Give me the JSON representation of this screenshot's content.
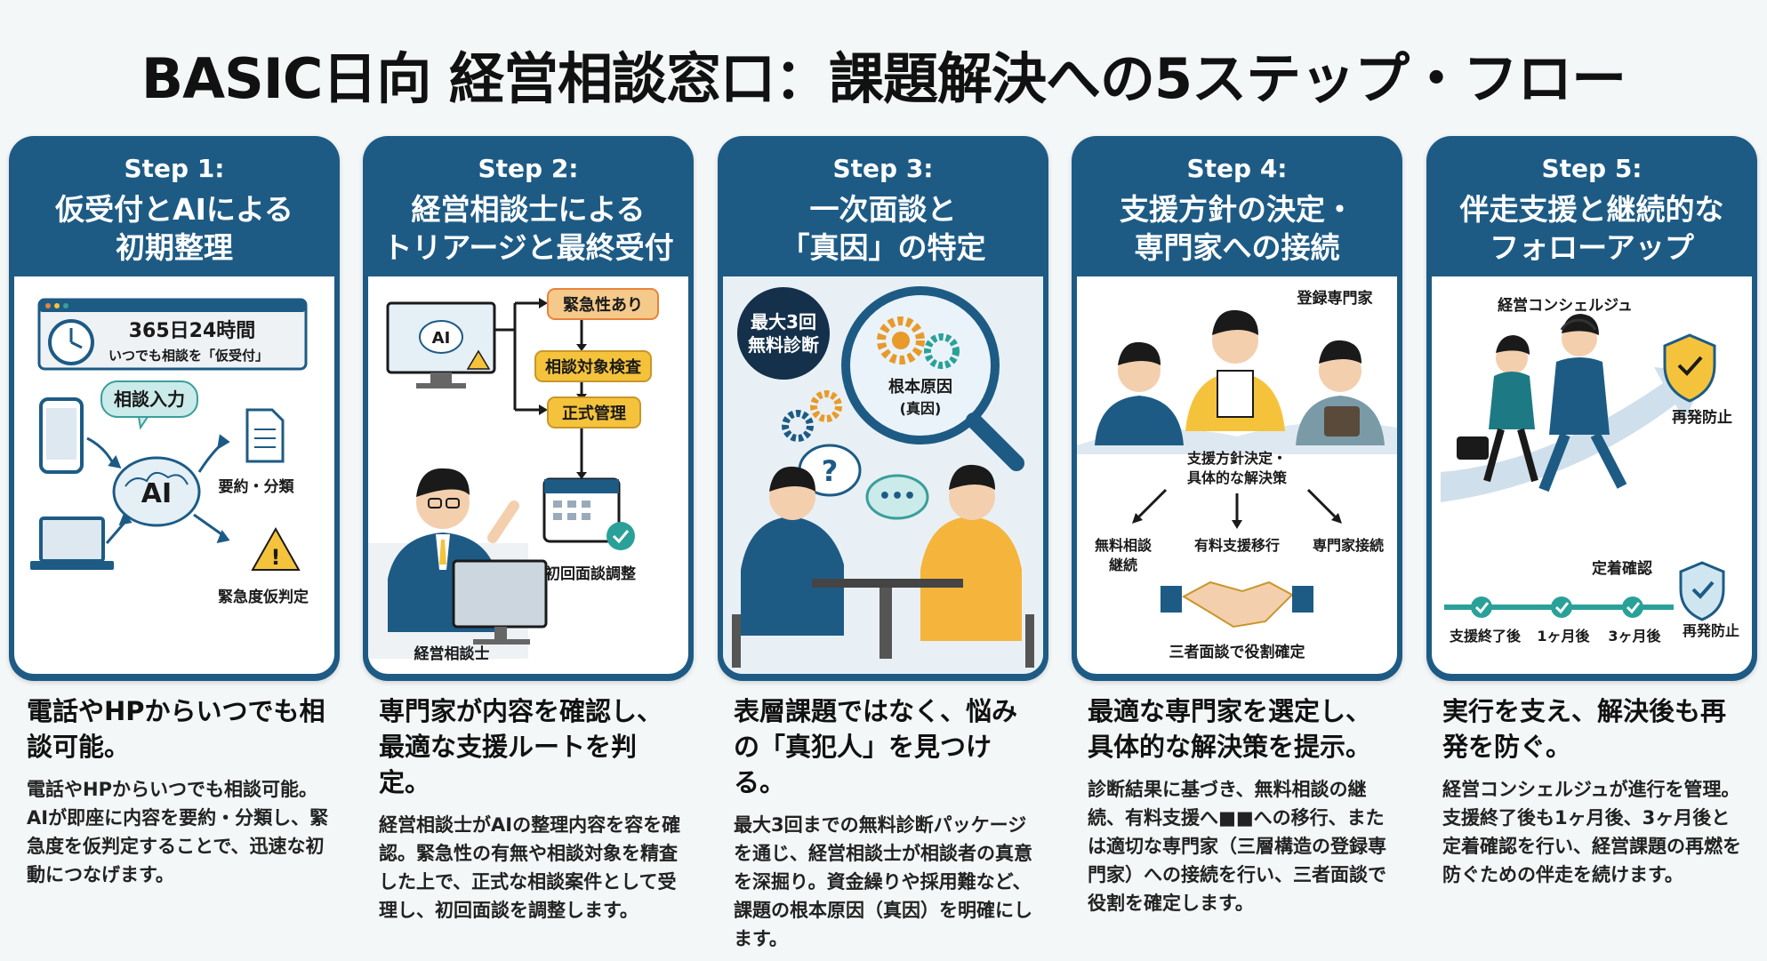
{
  "title": "BASIC日向 経営相談窓口：課題解決への5ステップ・フロー",
  "steps": [
    {
      "num": "Step 1:",
      "title": [
        "仮受付とAIによる",
        "初期整理"
      ],
      "labels": {
        "clock_main": "365日24時間",
        "clock_sub": "いつでも相談を「仮受付」",
        "bubble": "相談入力",
        "ai": "AI",
        "summary": "要約・分類",
        "urgency": "緊急度仮判定"
      },
      "lead": "電話やHPからいつでも相談可能。",
      "body": "電話やHPからいつでも相談可能。AIが即座に内容を要約・分類し、緊急度を仮判定することで、迅速な初動につなげます。"
    },
    {
      "num": "Step 2:",
      "title": [
        "経営相談士による",
        "トリアージと最終受付"
      ],
      "labels": {
        "ai": "AI",
        "flow1": "緊急性あり",
        "flow2": "相談対象検査",
        "flow3": "正式管理",
        "calendar": "初回面談調整",
        "person": "経営相談士"
      },
      "lead": "専門家が内容を確認し、最適な支援ルートを判定。",
      "body": "経営相談士がAIの整理内容を容を確認。緊急性の有無や相談対象を精査した上で、正式な相談案件として受理し、初回面談を調整します。"
    },
    {
      "num": "Step 3:",
      "title": [
        "一次面談と",
        "「真因」の特定"
      ],
      "labels": {
        "badge": [
          "最大3回",
          "無料診断"
        ],
        "lens": [
          "根本原因",
          "(真因)"
        ]
      },
      "lead": "表層課題ではなく、悩みの「真犯人」を見つける。",
      "body": "最大3回までの無料診断パッケージを通じ、経営相談士が相談者の真意を深掘り。資金繰りや採用難など、課題の根本原因（真因）を明確にします。"
    },
    {
      "num": "Step 4:",
      "title": [
        "支援方針の決定・",
        "専門家への接続"
      ],
      "labels": {
        "experts": "登録専門家",
        "policy": [
          "支援方針決定・",
          "具体的な解決策"
        ],
        "opt1": [
          "無料相談",
          "継続"
        ],
        "opt2": "有料支援移行",
        "opt3": "専門家接続",
        "meeting": "三者面談で役割確定"
      },
      "lead": "最適な専門家を選定し、具体的な解決策を提示。",
      "body": "診断結果に基づき、無料相談の継続、有料支援へ■■への移行、または適切な専門家（三層構造の登録専門家）への接続を行い、三者面談で役割を確定します。"
    },
    {
      "num": "Step 5:",
      "title": [
        "伴走支援と継続的な",
        "フォローアップ"
      ],
      "labels": {
        "concierge": "経営コンシェルジュ",
        "prevent1": "再発防止",
        "check": "定着確認",
        "t1": "支援終了後",
        "t2": "1ヶ月後",
        "t3": "3ヶ月後",
        "prevent2": "再発防止"
      },
      "lead": "実行を支え、解決後も再発を防ぐ。",
      "body": "経営コンシェルジュが進行を管理。支援終了後も1ヶ月後、3ヶ月後と定着確認を行い、経営課題の再燃を防ぐための伴走を続けます。"
    }
  ],
  "colors": {
    "header": "#1d5b85",
    "accent_orange": "#e8833a",
    "accent_yellow": "#f5c33b",
    "teal": "#3a9e9a",
    "check_green": "#2aa198"
  }
}
